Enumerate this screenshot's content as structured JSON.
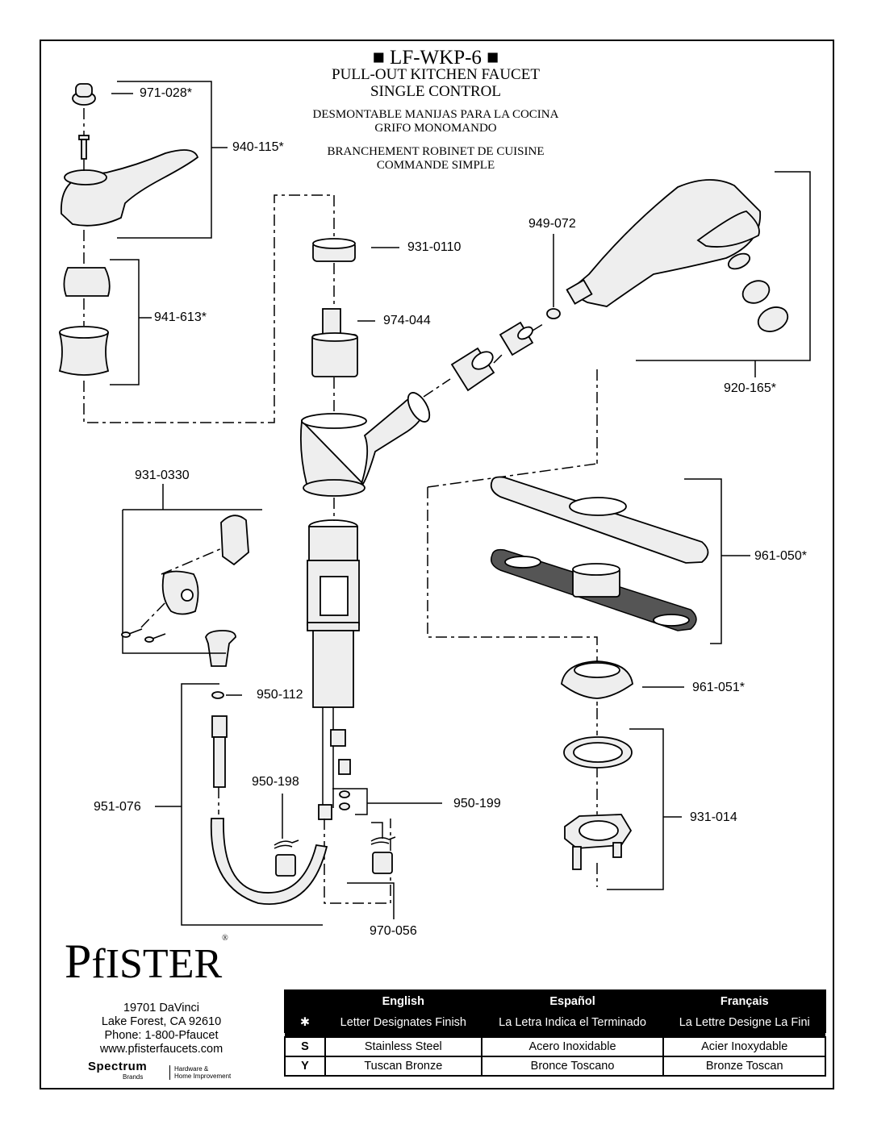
{
  "title": {
    "model": "■ LF-WKP-6 ■",
    "line1": "PULL-OUT KITCHEN FAUCET",
    "line2": "SINGLE CONTROL",
    "es1": "DESMONTABLE MANIJAS PARA LA COCINA",
    "es2": "GRIFO MONOMANDO",
    "fr1": "BRANCHEMENT ROBINET DE CUISINE",
    "fr2": "COMMANDE SIMPLE"
  },
  "parts": {
    "p971_028": "971-028*",
    "p940_115": "940-115*",
    "p941_613": "941-613*",
    "p931_0110": "931-0110",
    "p974_044": "974-044",
    "p949_072": "949-072",
    "p920_165": "920-165*",
    "p931_0330": "931-0330",
    "p961_050": "961-050*",
    "p961_051": "961-051*",
    "p950_112": "950-112",
    "p950_198": "950-198",
    "p950_199": "950-199",
    "p951_076": "951-076",
    "p931_014": "931-014",
    "p970_056": "970-056"
  },
  "brand": {
    "name_p": "P",
    "name_rest": "fISTER",
    "reg": "®",
    "address1": "19701 DaVinci",
    "address2": "Lake Forest, CA 92610",
    "phone": "Phone: 1-800-Pfaucet",
    "web": "www.pfisterfaucets.com",
    "spectrum": "Spectrum",
    "brands": "Brands",
    "hh1": "Hardware &",
    "hh2": "Home Improvement"
  },
  "finish_table": {
    "headers": [
      "English",
      "Español",
      "Français"
    ],
    "symbol": "✱",
    "subheaders": [
      "Letter Designates Finish",
      "La Letra Indica el Terminado",
      "La Lettre Designe La Fini"
    ],
    "rows": [
      {
        "code": "S",
        "en": "Stainless Steel",
        "es": "Acero Inoxidable",
        "fr": "Acier Inoxydable"
      },
      {
        "code": "Y",
        "en": "Tuscan Bronze",
        "es": "Bronce Toscano",
        "fr": "Bronze Toscan"
      }
    ]
  },
  "colors": {
    "line": "#000000",
    "part_fill": "#eeeeee",
    "table_header": "#000000"
  }
}
